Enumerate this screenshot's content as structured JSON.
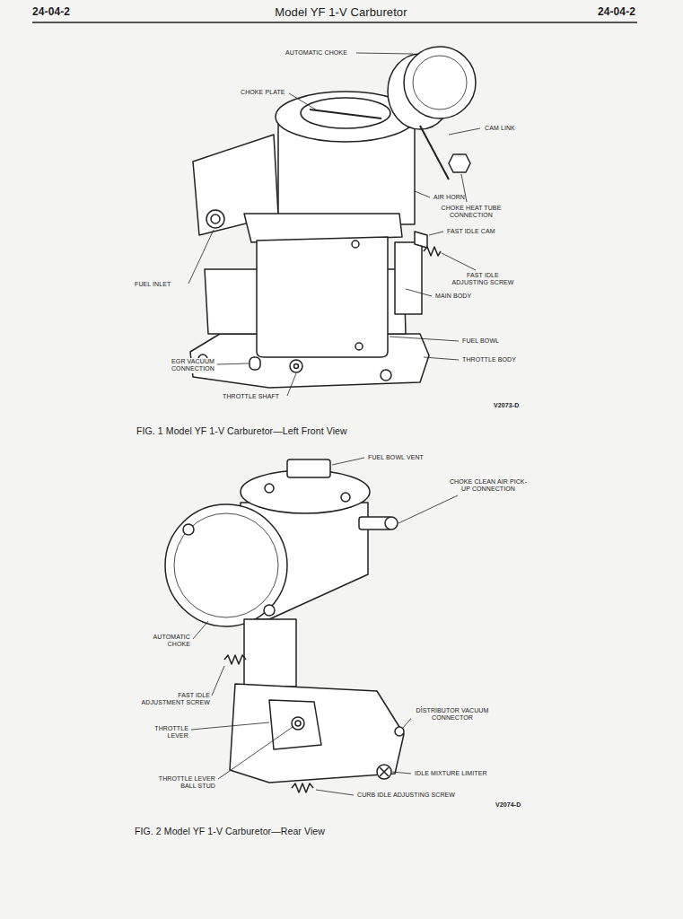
{
  "diagram": {
    "title": "Model YF 1-V Carburetor",
    "labels": [
      "24-04-2",
      "24-04-2",
      "AUTOMATIC CHOKE",
      "CHOKE PLATE",
      "CAM LINK",
      "AIR HORN",
      "CHOKE HEAT TUBE CONNECTION",
      "FAST IDLE CAM",
      "FUEL INLET",
      "FAST IDLE ADJUSTING SCREW",
      "MAIN BODY",
      "FUEL BOWL",
      "EGR VACUUM CONNECTION",
      "THROTTLE BODY",
      "THROTTLE SHAFT",
      "V2073-D",
      "FIG. 1 Model YF 1-V Carburetor—Left Front View",
      "FUEL BOWL VENT",
      "CHOKE CLEAN AIR PICK-UP CONNECTION",
      "AUTOMATIC CHOKE",
      "FAST IDLE ADJUSTMENT SCREW",
      "THROTTLE LEVER",
      "DISTRIBUTOR VACUUM CONNECTOR",
      "THROTTLE LEVER BALL STUD",
      "IDLE MIXTURE LIMITER",
      "CURB IDLE ADJUSTING SCREW",
      "V2074-D",
      "FIG. 2 Model YF 1-V Carburetor—Rear View"
    ]
  }
}
